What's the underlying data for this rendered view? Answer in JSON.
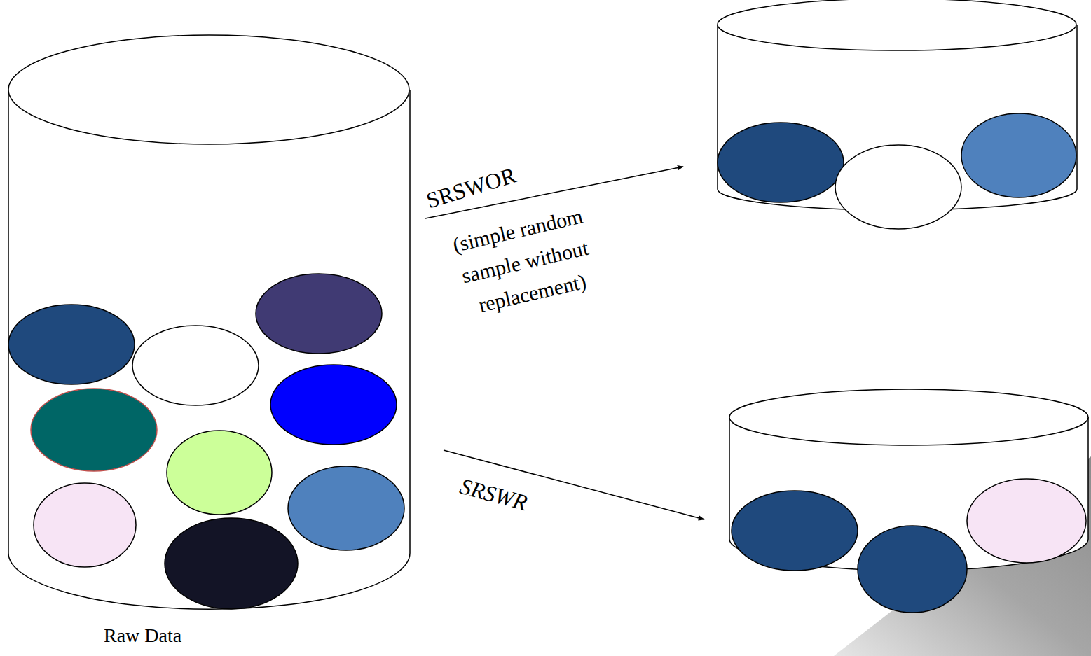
{
  "diagram": {
    "nodes": [
      {
        "text": [
          "Raw Data"
        ]
      }
    ],
    "labels": [
      "SRSWOR",
      "(simple random sample without replacement)",
      "SRSWR"
    ]
  }
}
